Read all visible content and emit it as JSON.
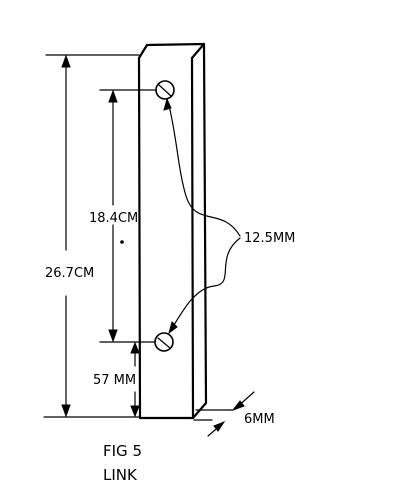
{
  "figure": {
    "number": "FIG 5",
    "name": "LINK"
  },
  "dimensions": {
    "overall_height": "26.7CM",
    "hole_spacing": "18.4CM",
    "hole_diameter": "12.5MM",
    "bottom_offset": "57 MM",
    "thickness": "6MM"
  },
  "ink_color": "#000000"
}
